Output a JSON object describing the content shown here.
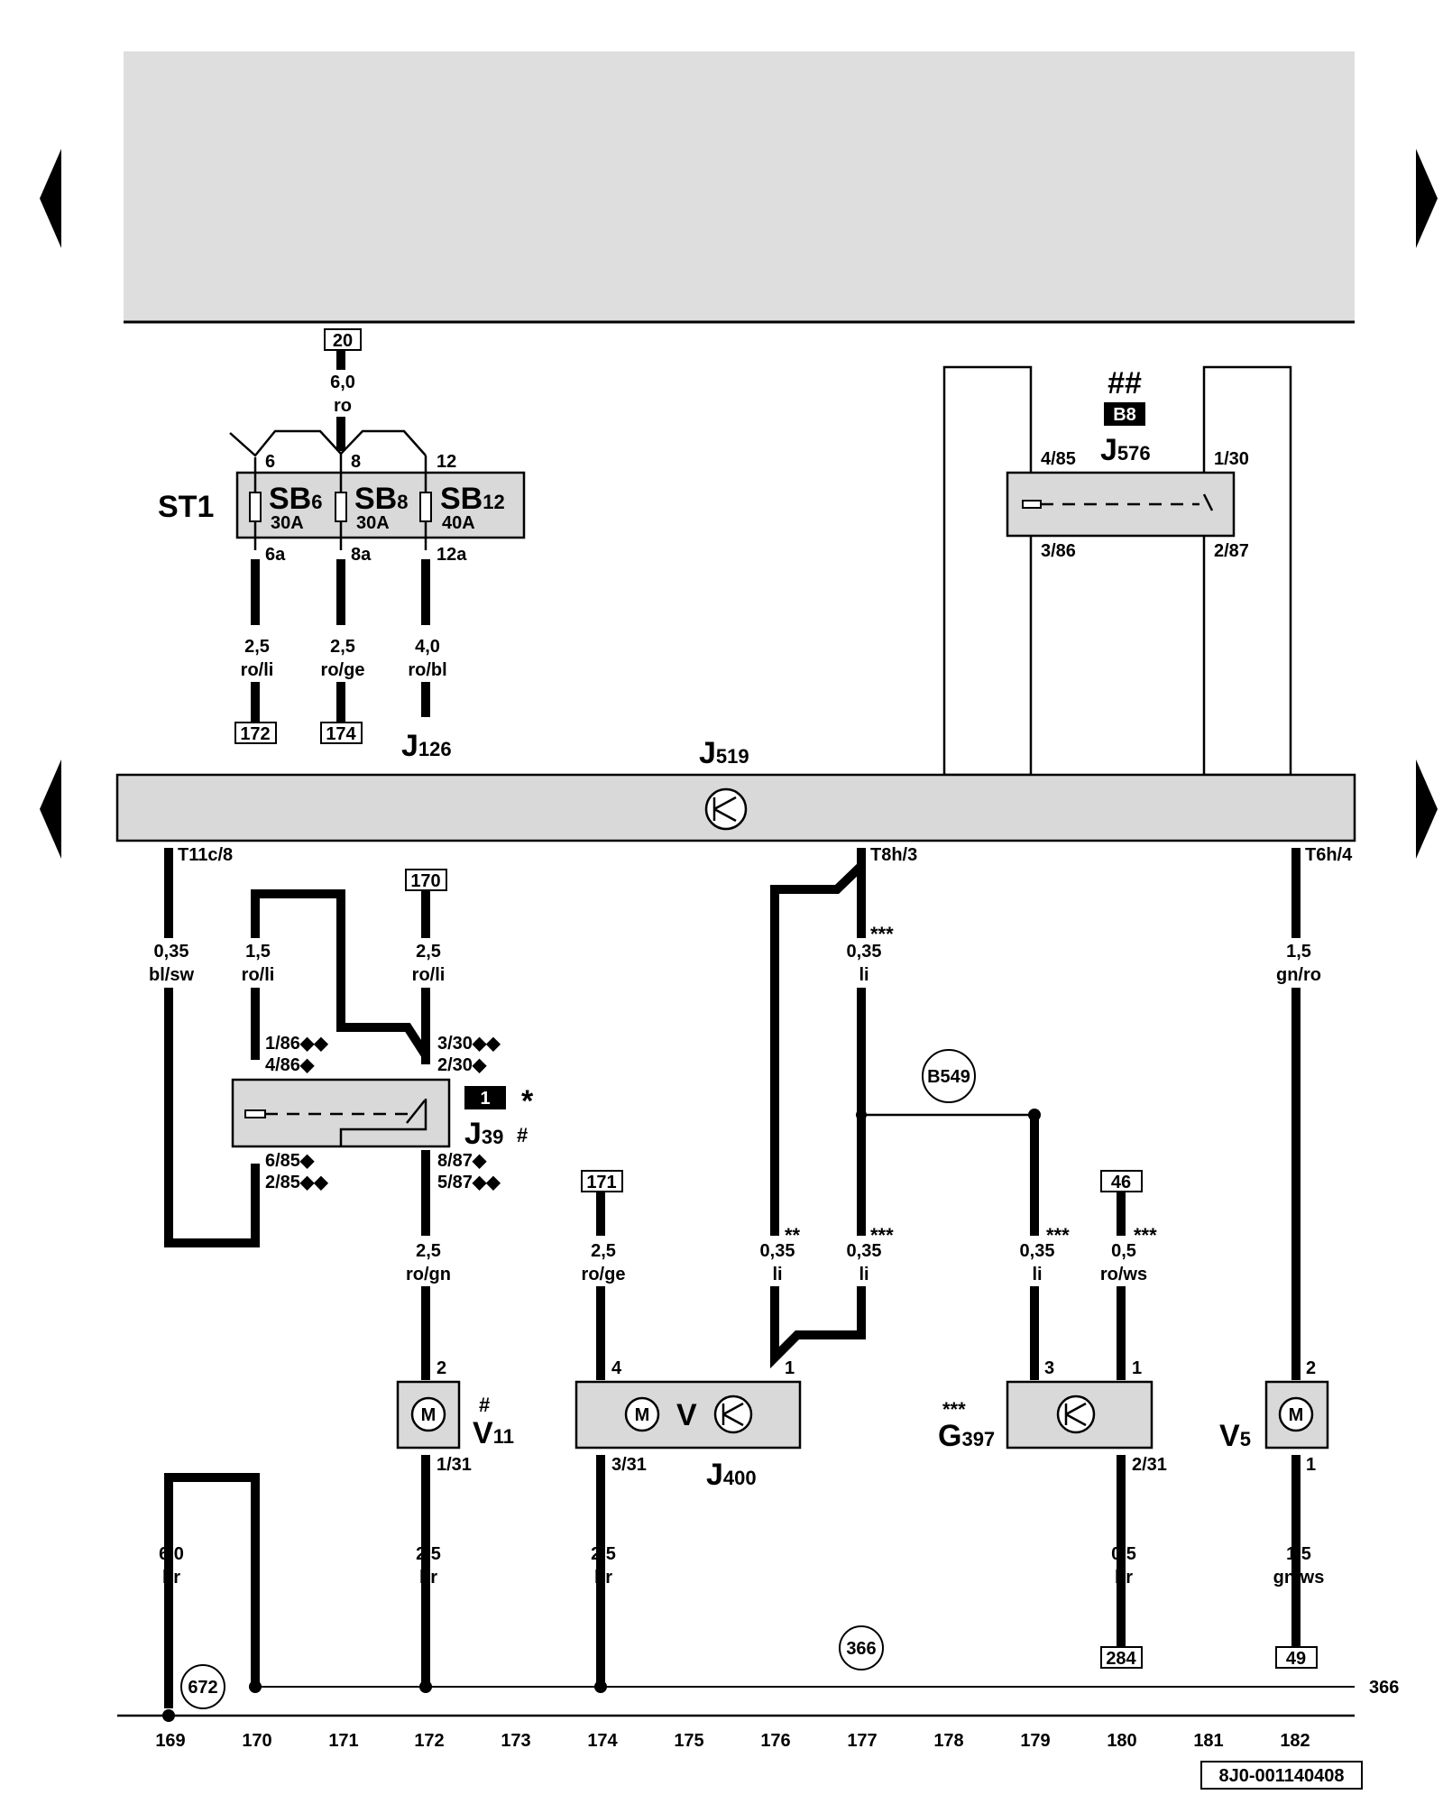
{
  "terminals": {
    "t20": "20",
    "t172": "172",
    "t174": "174",
    "t170": "170",
    "t171": "171",
    "t46": "46",
    "t284": "284",
    "t49": "49"
  },
  "fuse_block": {
    "name": "ST1",
    "feed_wire": {
      "size": "6,0",
      "color": "ro"
    },
    "fuses": [
      {
        "name": "SB",
        "sub": "6",
        "rating": "30A",
        "in_pin": "6",
        "out_pin": "6a",
        "wire_size": "2,5",
        "wire_color": "ro/li"
      },
      {
        "name": "SB",
        "sub": "8",
        "rating": "30A",
        "in_pin": "8",
        "out_pin": "8a",
        "wire_size": "2,5",
        "wire_color": "ro/ge"
      },
      {
        "name": "SB",
        "sub": "12",
        "rating": "40A",
        "in_pin": "12",
        "out_pin": "12a",
        "wire_size": "4,0",
        "wire_color": "ro/bl"
      }
    ]
  },
  "components": {
    "j126": {
      "name": "J",
      "sub": "126"
    },
    "j519": {
      "name": "J",
      "sub": "519"
    },
    "j576": {
      "name": "J",
      "sub": "576",
      "mark": "##",
      "badge": "B8",
      "pins": [
        "4/85",
        "1/30",
        "3/86",
        "2/87"
      ]
    },
    "j39": {
      "name": "J",
      "sub": "39",
      "mark": "#",
      "star": "*",
      "badge": "1",
      "pins": [
        "1/86◆◆",
        "4/86◆",
        "3/30◆◆",
        "2/30◆",
        "6/85◆",
        "2/85◆◆",
        "8/87◆",
        "5/87◆◆"
      ]
    },
    "v11": {
      "name": "V",
      "sub": "11",
      "mark": "#",
      "pins": [
        "2",
        "1/31"
      ]
    },
    "j400": {
      "name": "J",
      "sub": "400",
      "motor": "V",
      "pins": [
        "4",
        "1",
        "3/31"
      ]
    },
    "g397": {
      "name": "G",
      "sub": "397",
      "mark": "***",
      "pins": [
        "3",
        "1",
        "2/31"
      ]
    },
    "v5": {
      "name": "V",
      "sub": "5",
      "pins": [
        "2",
        "1"
      ]
    }
  },
  "connectors": {
    "t11c": "T11c/8",
    "t8h": "T8h/3",
    "t6h": "T6h/4"
  },
  "wires": {
    "w169": {
      "size": "0,35",
      "color": "bl/sw"
    },
    "w170": {
      "size": "1,5",
      "color": "ro/li"
    },
    "w172a": {
      "size": "2,5",
      "color": "ro/li"
    },
    "w177a": {
      "size": "0,35",
      "color": "li",
      "mark": "***"
    },
    "w182a": {
      "size": "1,5",
      "color": "gn/ro"
    },
    "w172b": {
      "size": "2,5",
      "color": "ro/gn"
    },
    "w174a": {
      "size": "2,5",
      "color": "ro/ge"
    },
    "w176": {
      "size": "0,35",
      "color": "li",
      "mark": "**"
    },
    "w177b": {
      "size": "0,35",
      "color": "li",
      "mark": "***"
    },
    "w179": {
      "size": "0,35",
      "color": "li",
      "mark": "***"
    },
    "w180a": {
      "size": "0,5",
      "color": "ro/ws",
      "mark": "***"
    },
    "w169g": {
      "size": "6,0",
      "color": "br"
    },
    "w172g": {
      "size": "2,5",
      "color": "br"
    },
    "w174g": {
      "size": "2,5",
      "color": "br"
    },
    "w180g": {
      "size": "0,5",
      "color": "br"
    },
    "w182g": {
      "size": "1,5",
      "color": "gn/ws"
    }
  },
  "circles": {
    "b549": "B549",
    "c672": "672",
    "c366": "366"
  },
  "ground_ref": "366",
  "ruler": [
    "169",
    "170",
    "171",
    "172",
    "173",
    "174",
    "175",
    "176",
    "177",
    "178",
    "179",
    "180",
    "181",
    "182"
  ],
  "doc_id": "8J0-001140408"
}
